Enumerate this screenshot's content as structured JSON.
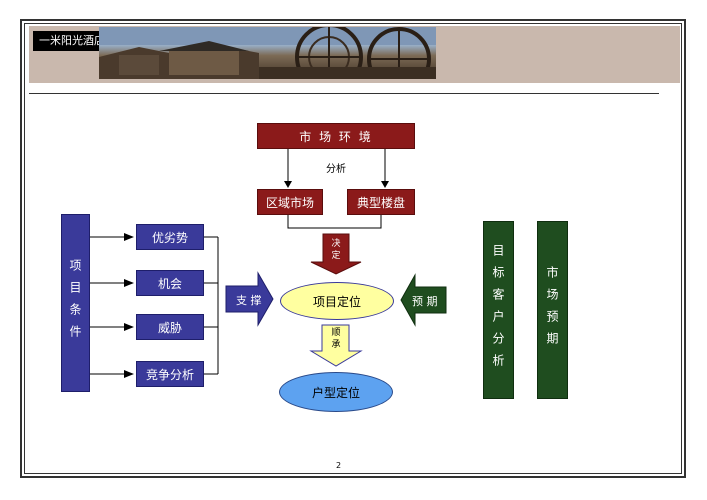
{
  "header": {
    "title": "一米阳光酒店"
  },
  "diagram": {
    "market_env": "市 场 环 境",
    "analysis_label": "分析",
    "regional_market": "区域市场",
    "typical_property": "典型楼盘",
    "decide_label": "决定",
    "project_conditions": "项目条件",
    "strengths": "优劣势",
    "opportunity": "机会",
    "threat": "威胁",
    "competition": "竞争分析",
    "support_label": "支 撑",
    "project_positioning": "项目定位",
    "expectation_label": "预 期",
    "follow_label": "顺承",
    "unit_positioning": "户型定位",
    "target_customer": "目标客户分析",
    "market_expectation": "市场预期"
  },
  "footer": {
    "page": "2"
  },
  "colors": {
    "red": "#8b1a1a",
    "blue": "#3a3a9a",
    "green": "#1f4d1f",
    "yellow": "#ffffa0",
    "light_blue": "#5da2f0"
  }
}
